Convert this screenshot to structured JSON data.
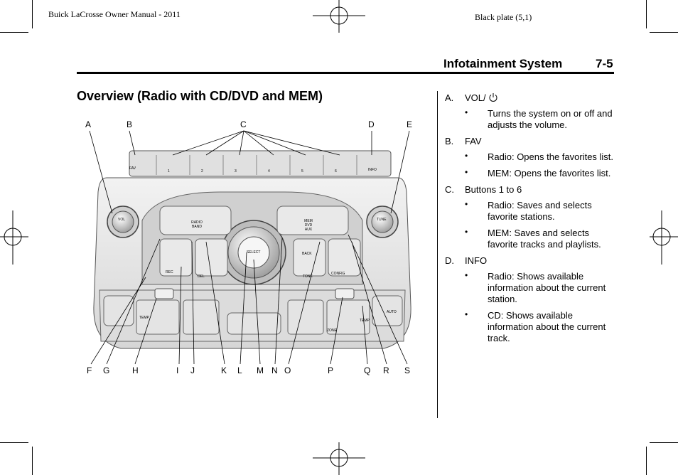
{
  "header": {
    "left": "Buick LaCrosse Owner Manual - 2011",
    "right": "Black plate (5,1)"
  },
  "section": {
    "title": "Infotainment System",
    "page": "7-5"
  },
  "overview_title": "Overview (Radio with CD/DVD and MEM)",
  "figure": {
    "callouts_top": [
      "A",
      "B",
      "C",
      "D",
      "E"
    ],
    "callouts_bottom": [
      "F",
      "G",
      "H",
      "I",
      "J",
      "K",
      "L",
      "M",
      "N",
      "O",
      "P",
      "Q",
      "R",
      "S"
    ],
    "buttons": {
      "fav": "FAV",
      "presets": [
        "1",
        "2",
        "3",
        "4",
        "5",
        "6"
      ],
      "info": "INFO",
      "vol": "VOL",
      "tune": "TUNE",
      "radio_band": "RADIO BAND",
      "mem_dvd_aux": "MEM DVD AUX",
      "select": "SELECT",
      "back": "BACK",
      "rec": "REC",
      "del": "DEL",
      "tone": "TONE",
      "config": "CONFIG",
      "temp_left": "TEMP",
      "temp_right": "TEMP",
      "zone": "ZONE",
      "auto": "AUTO"
    }
  },
  "items": [
    {
      "letter": "A.",
      "label": "VOL/",
      "icon": "power-icon",
      "bullets": [
        "Turns the system on or off and adjusts the volume."
      ]
    },
    {
      "letter": "B.",
      "label": "FAV",
      "bullets": [
        "Radio: Opens the favorites list.",
        "MEM: Opens the favorites list."
      ]
    },
    {
      "letter": "C.",
      "label": "Buttons 1 to 6",
      "bullets": [
        "Radio: Saves and selects favorite stations.",
        "MEM: Saves and selects favorite tracks and playlists."
      ]
    },
    {
      "letter": "D.",
      "label": "INFO",
      "bullets": [
        "Radio: Shows available information about the current station.",
        "CD: Shows available information about the current track."
      ]
    }
  ],
  "colors": {
    "text": "#000000",
    "panel": "#e6e6e6",
    "panel_dark": "#c8c8c8"
  }
}
